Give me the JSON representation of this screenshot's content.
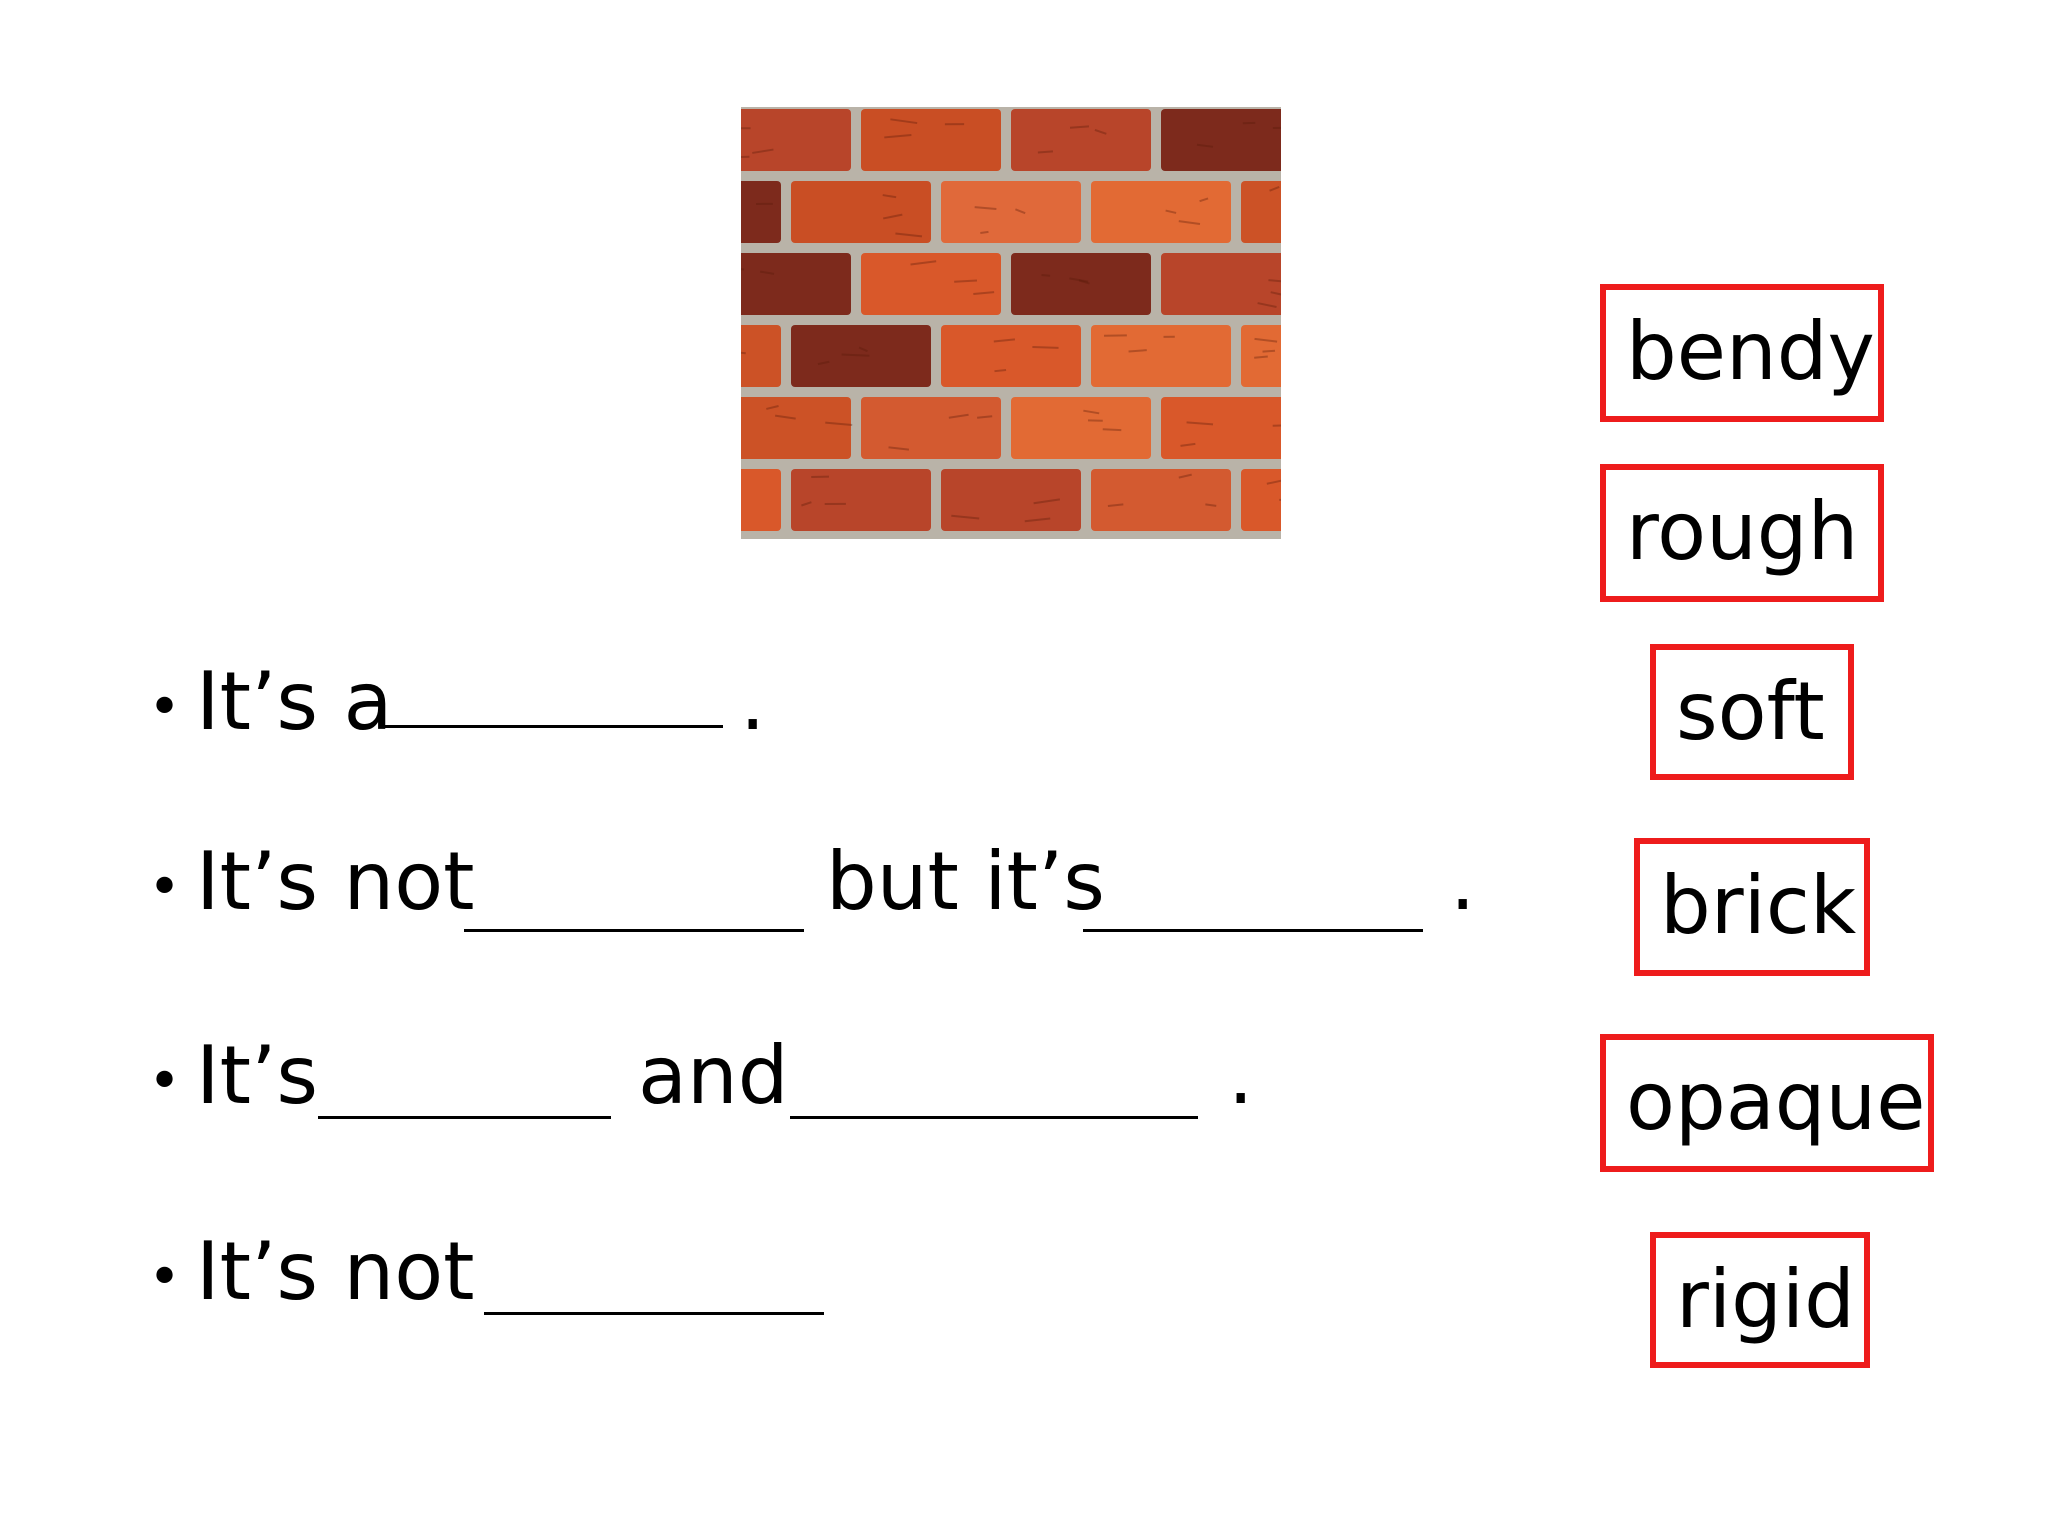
{
  "sentences": [
    {
      "bullet": "•",
      "parts": [
        "It’s a",
        "."
      ]
    },
    {
      "bullet": "•",
      "parts": [
        "It’s not",
        "but it’s",
        "."
      ]
    },
    {
      "bullet": "•",
      "parts": [
        "It’s",
        "and",
        "."
      ]
    },
    {
      "bullet": "•",
      "parts": [
        "It’s not"
      ]
    }
  ],
  "word_bank": [
    "bendy",
    "rough",
    "soft",
    "brick",
    "opaque",
    "rigid"
  ],
  "colors": {
    "card_border": "#ee1c1c",
    "mortar": "#b9b3a8",
    "brick_main": "#d9582a",
    "brick_dark": "#7d2a1c"
  }
}
